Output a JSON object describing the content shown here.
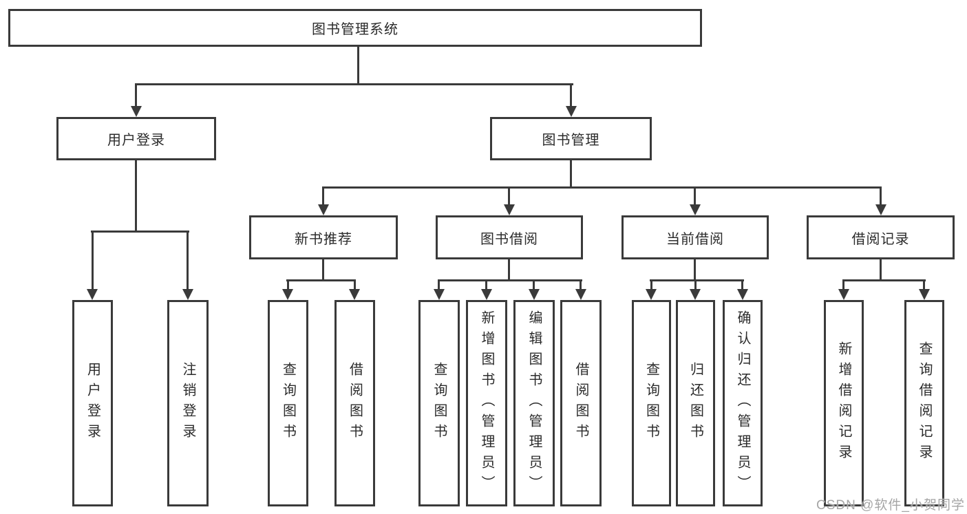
{
  "diagram": {
    "root": {
      "label": "图书管理系统"
    },
    "level2": [
      {
        "label": "用户登录",
        "children": [
          {
            "label": "用户登录"
          },
          {
            "label": "注销登录"
          }
        ]
      },
      {
        "label": "图书管理",
        "children": [
          {
            "label": "新书推荐",
            "children": [
              {
                "label": "查询图书"
              },
              {
                "label": "借阅图书"
              }
            ]
          },
          {
            "label": "图书借阅",
            "children": [
              {
                "label": "查询图书"
              },
              {
                "label": "新增图书（管理员）"
              },
              {
                "label": "编辑图书（管理员）"
              },
              {
                "label": "借阅图书"
              }
            ]
          },
          {
            "label": "当前借阅",
            "children": [
              {
                "label": "查询图书"
              },
              {
                "label": "归还图书"
              },
              {
                "label": "确认归还（管理员）"
              }
            ]
          },
          {
            "label": "借阅记录",
            "children": [
              {
                "label": "新增借阅记录"
              },
              {
                "label": "查询借阅记录"
              }
            ]
          }
        ]
      }
    ]
  },
  "watermark": {
    "text": "CSDN @软件_小贺同学"
  },
  "colors": {
    "line": "#3a3a3a",
    "text": "#2b2b2b",
    "background": "#ffffff",
    "watermark": "#a5a5a5"
  }
}
